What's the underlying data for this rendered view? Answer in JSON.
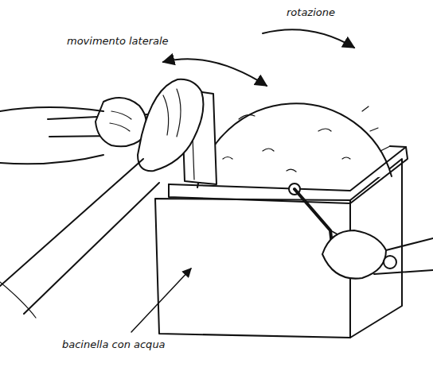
{
  "diagram": {
    "labels": [
      "rotazione",
      "movimento laterale",
      "bacinella con acqua"
    ]
  }
}
